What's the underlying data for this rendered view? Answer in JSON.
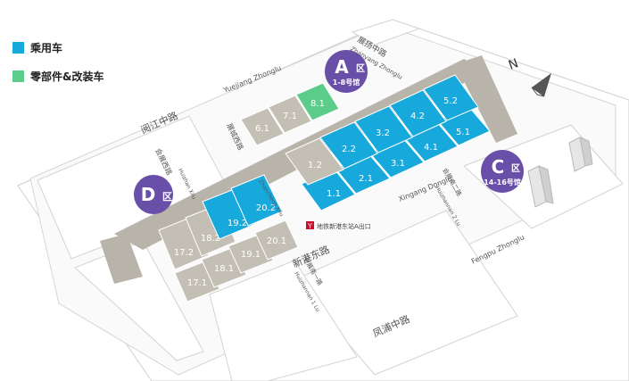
{
  "legend": {
    "items": [
      {
        "label": "乘用车",
        "color": "#17a8dc"
      },
      {
        "label": "零部件&改装车",
        "color": "#5ccc8a"
      }
    ]
  },
  "compass": {
    "label": "N"
  },
  "zones": {
    "a": {
      "letter": "A",
      "suffix": "区",
      "halls": "1-8号馆",
      "color": "#6a4fa8"
    },
    "c": {
      "letter": "C",
      "suffix": "区",
      "halls": "14-16号馆",
      "color": "#6a4fa8"
    },
    "d": {
      "letter": "D",
      "suffix": "区",
      "color": "#6a4fa8"
    }
  },
  "halls": {
    "h1_1": "1.1",
    "h2_1": "2.1",
    "h3_1": "3.1",
    "h4_1": "4.1",
    "h5_1": "5.1",
    "h1_2": "1.2",
    "h2_2": "2.2",
    "h3_2": "3.2",
    "h4_2": "4.2",
    "h5_2": "5.2",
    "h6_1": "6.1",
    "h7_1": "7.1",
    "h8_1": "8.1",
    "h17_1": "17.1",
    "h18_1": "18.1",
    "h19_1": "19.1",
    "h20_1": "20.1",
    "h17_2": "17.2",
    "h18_2": "18.2",
    "h19_2": "19.2",
    "h20_2": "20.2"
  },
  "colors": {
    "passenger": "#17a8dc",
    "parts": "#5ccc8a",
    "inactive": "#c4bfb4",
    "corridor": "#b8b4aa"
  },
  "roads": {
    "zhanyang_cn": "展扬中路",
    "zhanyang_en": "Zhanyang Zhonglu",
    "yuejiang_en": "Yuejiang Zhonglu",
    "yuejiang_cn": "阅江中路",
    "huizhan_xi_cn": "会展西路",
    "huizhan_xi_en": "Huizhan Xilu",
    "zhancheng_cn": "展城西路",
    "zhancheng_en": "Zhancheng Xilu",
    "xingang_en": "Xingang Donglu",
    "xingang_cn": "新港东路",
    "huizhan_2_cn": "会展南二路",
    "huizhan_2_en": "Huizhannan 2 Lu",
    "huizhan_1_cn": "会展南一路",
    "huizhan_1_en": "Huizhannan 1 Lu",
    "fengpu_en": "Fengpu Zhonglu",
    "fengpu_cn": "凤浦中路"
  },
  "metro": {
    "label": "地铁新港东站A出口",
    "color": "#c8102e"
  }
}
